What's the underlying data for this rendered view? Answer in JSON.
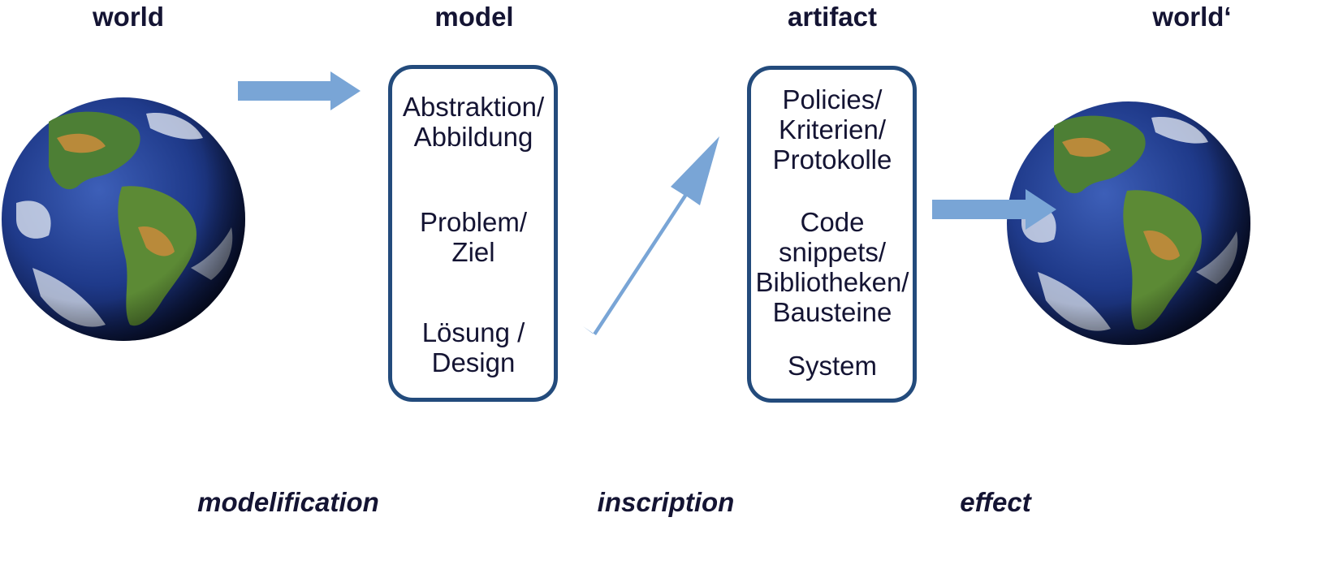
{
  "headings": {
    "world": "world",
    "model": "model",
    "artifact": "artifact",
    "world_prime": "world‘"
  },
  "model_box": {
    "item1_line1": "Abstraktion/",
    "item1_line2": "Abbildung",
    "item2_line1": "Problem/",
    "item2_line2": "Ziel",
    "item3_line1": "Lösung /",
    "item3_line2": "Design"
  },
  "artifact_box": {
    "item1_line1": "Policies/",
    "item1_line2": "Kriterien/",
    "item1_line3": "Protokolle",
    "item2_line1": "Code",
    "item2_line2": "snippets/",
    "item2_line3": "Bibliotheken/",
    "item2_line4": "Bausteine",
    "item3_line1": "System"
  },
  "labels": {
    "modelification": "modelification",
    "inscription": "inscription",
    "effect": "effect"
  },
  "colors": {
    "arrow": "#79a5d6",
    "box_border": "#234b7c",
    "text": "#141433",
    "ocean": "#1f3a8a",
    "land": "#3f7a2e"
  },
  "icons": {
    "globe_left": "earth-globe-icon",
    "globe_right": "earth-globe-icon"
  }
}
